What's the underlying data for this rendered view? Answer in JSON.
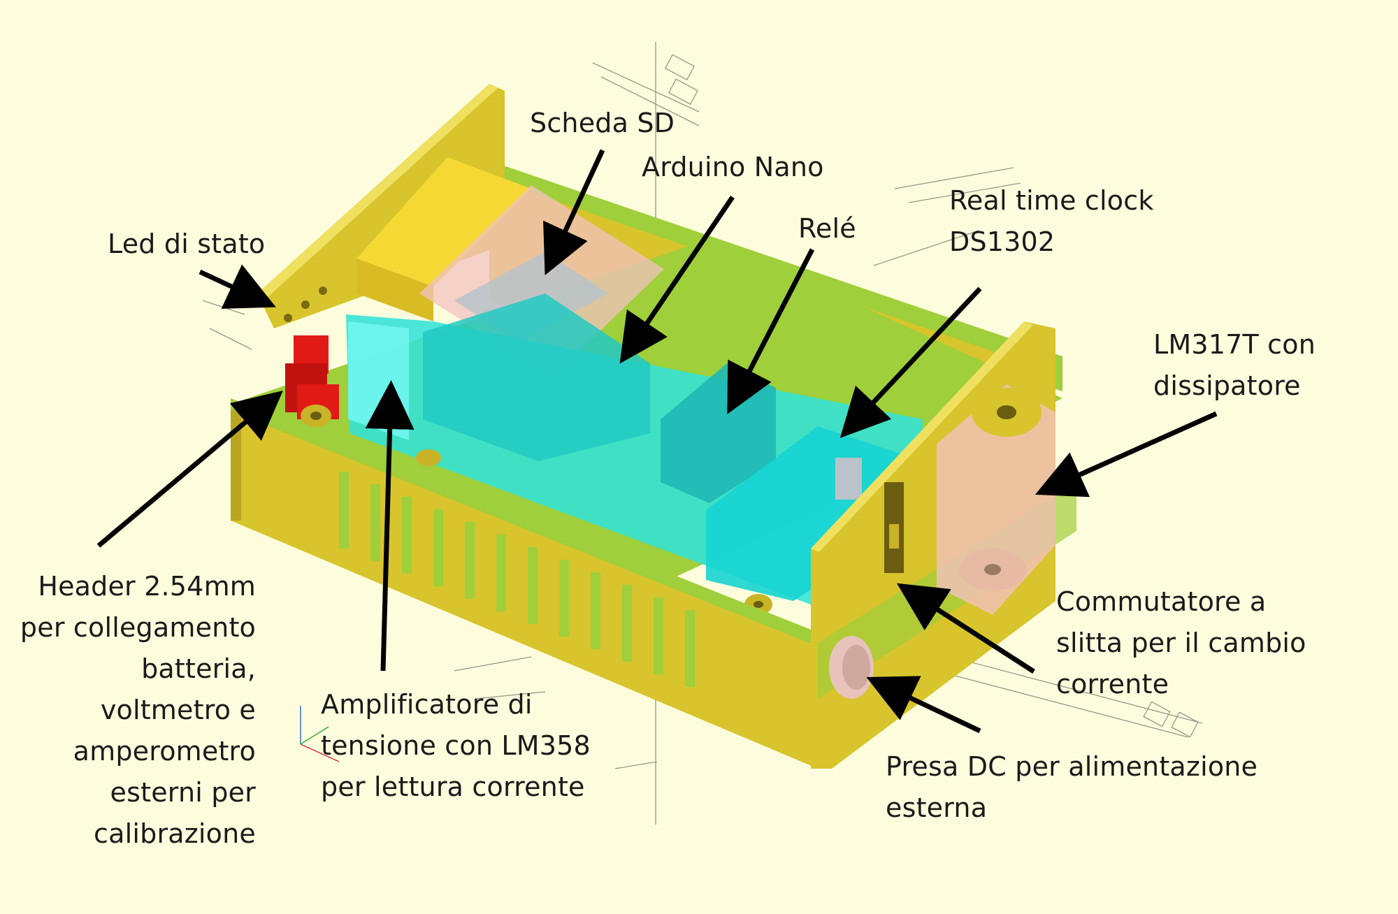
{
  "colors": {
    "background": "#fdfdde",
    "enclosure_yellow": "#d8c42c",
    "enclosure_light": "#efe060",
    "enclosure_dark": "#a89420",
    "rail_green": "#9fcf3a",
    "pcb_cyan": "#33e3d8",
    "pcb_cyan_light": "#6ff6ee",
    "transparent_pink": "#f2c2bf",
    "header_red": "#e21a16",
    "arrow": "#000000"
  },
  "labels": {
    "scheda_sd": "Scheda SD",
    "arduino_nano": "Arduino Nano",
    "rele": "Relé",
    "rtc": "Real time clock\nDS1302",
    "led": "Led di stato",
    "lm317": "LM317T con\ndissipatore",
    "header": "Header 2.54mm\nper collegamento\nbatteria,\nvoltmetro e\namperometro\nesterni per\ncalibrazione",
    "amplificatore": "Amplificatore di\ntensione con LM358\nper lettura corrente",
    "commutatore": "Commutatore a\nslitta per il cambio\ncorrente",
    "presa_dc": "Presa DC per alimentazione\nesterna"
  },
  "icons": {
    "axis_gizmo": "xyz-axes-icon"
  }
}
